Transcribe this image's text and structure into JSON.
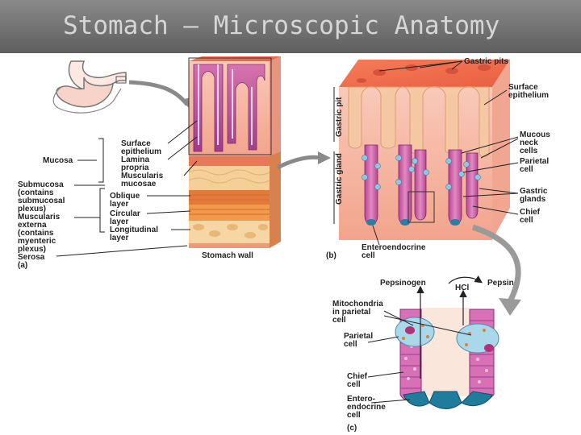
{
  "title": "Stomach – Microscopic Anatomy",
  "panel_a": {
    "tag": "(a)",
    "left_labels": {
      "mucosa": "Mucosa",
      "submucosa": [
        "Submucosa",
        "(contains",
        "submucosal",
        "plexus)"
      ],
      "muscularis": [
        "Muscularis",
        "externa",
        "(contains",
        "myenteric",
        "plexus)"
      ],
      "serosa": "Serosa"
    },
    "right_labels": {
      "surface_epithelium": [
        "Surface",
        "epithelium"
      ],
      "lamina_propria": [
        "Lamina",
        "propria"
      ],
      "muscularis_mucosae": [
        "Muscularis",
        "mucosae"
      ],
      "oblique": [
        "Oblique",
        "layer"
      ],
      "circular": [
        "Circular",
        "layer"
      ],
      "longitudinal": [
        "Longitudinal",
        "layer"
      ]
    },
    "caption": "Stomach wall"
  },
  "panel_b": {
    "tag": "(b)",
    "gastric_pit_label": "Gastric pit",
    "gastric_gland_label": "Gastric gland",
    "labels": {
      "gastric_pits": "Gastric pits",
      "surface_epithelium": [
        "Surface",
        "epithelium"
      ],
      "mucous_neck": [
        "Mucous",
        "neck",
        "cells"
      ],
      "parietal": [
        "Parietal",
        "cell"
      ],
      "gastric_glands": [
        "Gastric",
        "glands"
      ],
      "chief": [
        "Chief",
        "cell"
      ],
      "enteroendocrine": [
        "Enteroendocrine",
        "cell"
      ]
    }
  },
  "panel_c": {
    "tag": "(c)",
    "pepsinogen": "Pepsinogen",
    "pepsin": "Pepsin",
    "hcl": "HCl",
    "mitochondria": [
      "Mitochondria",
      "in parietal",
      "cell"
    ],
    "parietal": [
      "Parietal",
      "cell"
    ],
    "chief": [
      "Chief",
      "cell"
    ],
    "enteroendocrine": [
      "Entero-",
      "endocrine",
      "cell"
    ]
  },
  "colors": {
    "title_bar": "#6e6e6e",
    "title_text": "#d6d6d6",
    "mucosa_pink": "#f7b6a4",
    "gland_purple": "#c0509b",
    "muscle_orange": "#e8803f",
    "parietal_blue": "#9fd3e6",
    "enteroendocrine_teal": "#1f7c9a"
  }
}
